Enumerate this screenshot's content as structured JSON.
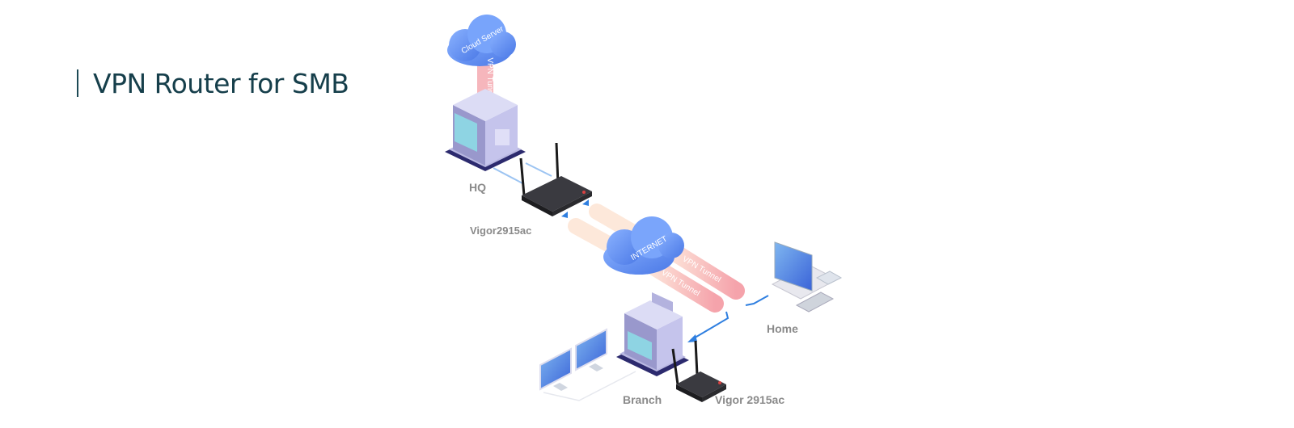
{
  "title": "VPN Router for SMB",
  "nodes": {
    "cloud_server": "Cloud Server",
    "internet": "INTERNET",
    "hq": "HQ",
    "hq_router": "Vigor2915ac",
    "home": "Home",
    "branch": "Branch",
    "branch_router": "Vigor 2915ac"
  },
  "tunnels": {
    "cloud": "VPN Tunnel",
    "home": "VPN Tunnel",
    "branch": "VPN Tunnel"
  },
  "colors": {
    "cloud": "#5b8ff0",
    "tunnel": "#f3a0a8",
    "building": "#a7a6d6",
    "router": "#2a2a2e",
    "label": "#8a8a8a",
    "link": "#2f7fe0"
  }
}
